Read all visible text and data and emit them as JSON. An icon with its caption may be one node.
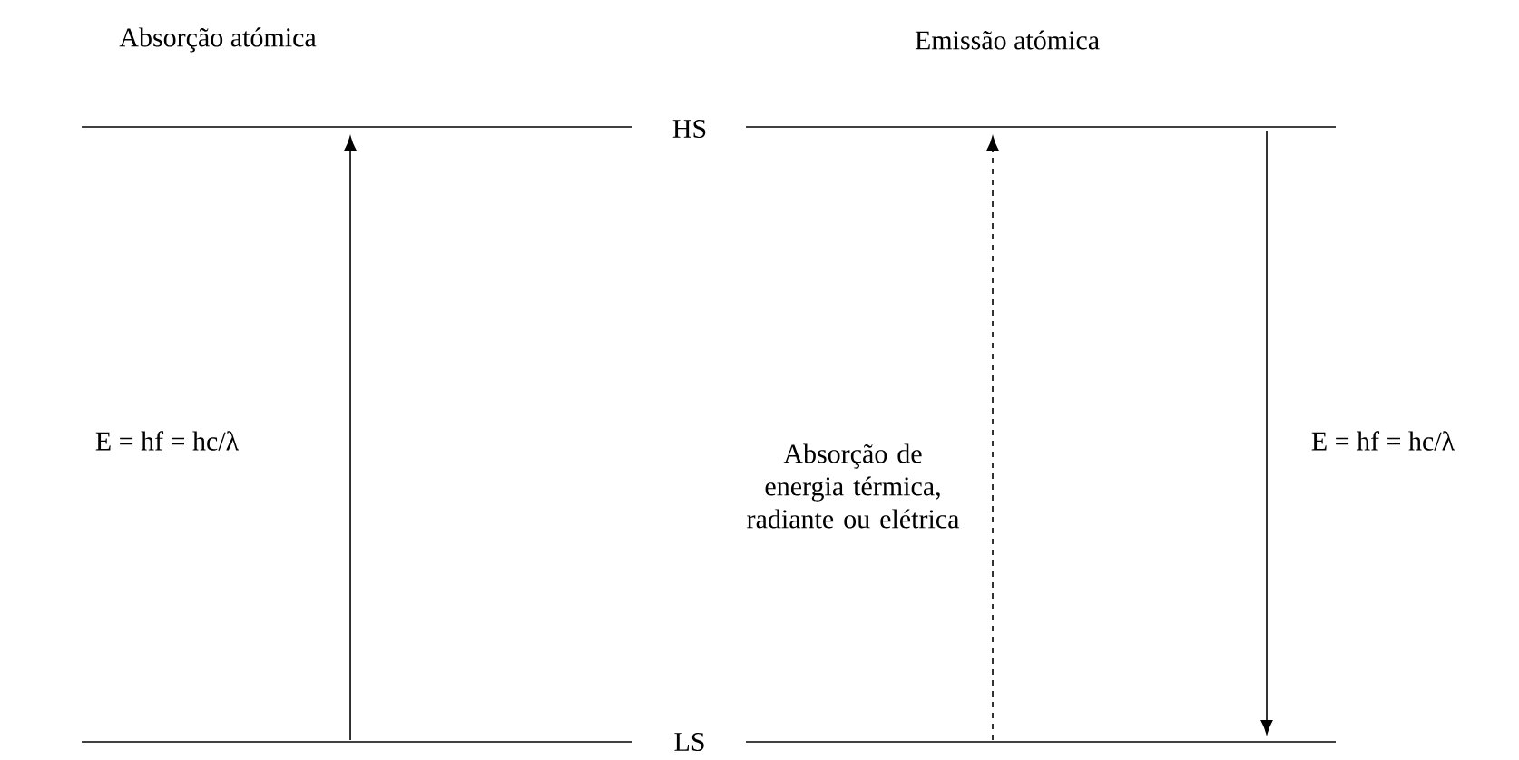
{
  "diagram": {
    "nodes": [
      {
        "text": [
          "HS"
        ]
      },
      {
        "text": [
          "LS"
        ]
      }
    ],
    "edges": [
      {
        "from": 1,
        "to": 0,
        "arrow": "to",
        "label": "E = hf = hc/λ"
      },
      {
        "from": 1,
        "to": 0,
        "arrow": "to",
        "style": "dashed",
        "label": "Absorção de energia térmica, radiante ou elétrica"
      },
      {
        "from": 0,
        "to": 1,
        "arrow": "to",
        "label": "E = hf = hc/λ"
      }
    ],
    "labels": [
      "Absorção atómica",
      "Emissão atómica"
    ]
  }
}
